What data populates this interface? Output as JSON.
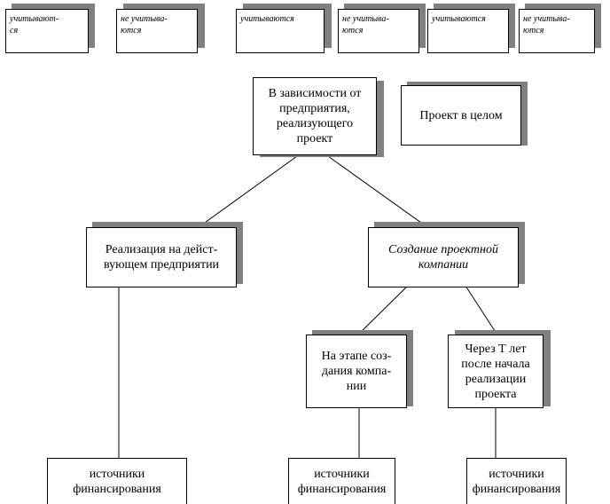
{
  "top_row": [
    {
      "id": "t1",
      "text": "учитывают-\nся"
    },
    {
      "id": "t2",
      "text": "не учитыва-\nются"
    },
    {
      "id": "t3",
      "text": "учитываются"
    },
    {
      "id": "t4",
      "text": "не учитыва-\nются"
    },
    {
      "id": "t5",
      "text": "учитываются"
    },
    {
      "id": "t6",
      "text": "не учитыва-\nются"
    }
  ],
  "nodes": {
    "enterprise": "В зависимости от\nпредприятия,\nреализующего\nпроект",
    "project_whole": "Проект в целом",
    "existing": "Реализация на дейст-\nвующем предприятии",
    "new_company": "Создание проектной\nкомпании",
    "creation_stage": "На этапе соз-\nдания компа-\nнии",
    "after_t": "Через Т лет\nпосле начала\nреализации\nпроекта"
  },
  "sources": [
    "источники\nфинансирования",
    "источники\nфинансирования",
    "источники\nфинансирования"
  ]
}
